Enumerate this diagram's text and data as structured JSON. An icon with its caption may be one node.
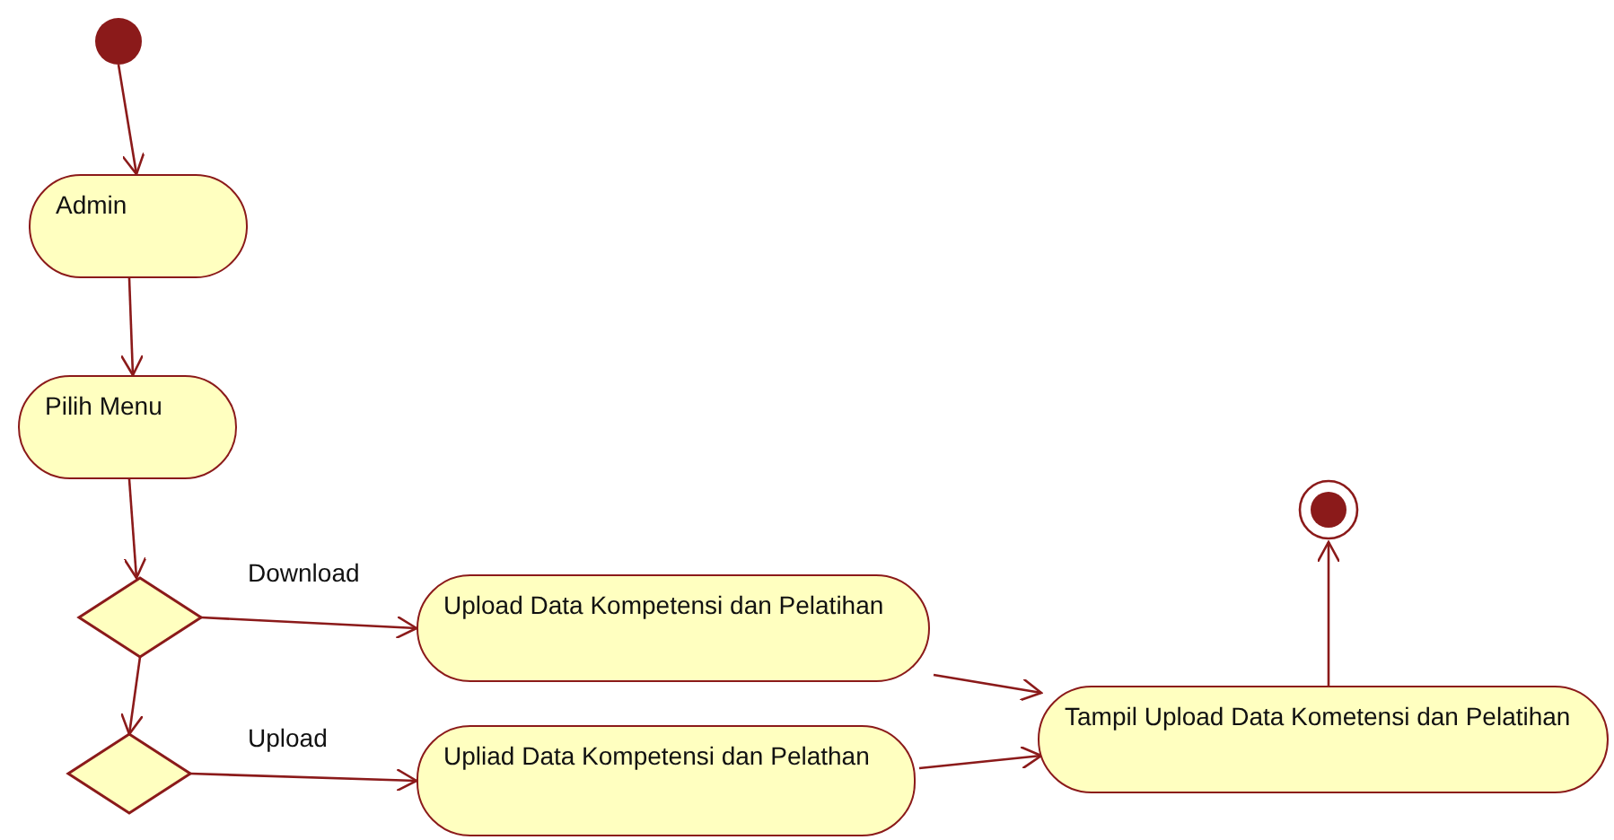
{
  "diagram": {
    "nodes": [
      {
        "text": [],
        "shape": "circle"
      },
      {
        "text": [
          "Admin"
        ]
      },
      {
        "text": [
          "Pilih Menu"
        ]
      },
      {
        "text": [],
        "shape": "diamond"
      },
      {
        "text": [],
        "shape": "diamond"
      },
      {
        "text": [
          "Upload Data Kompetensi dan Pelatihan"
        ]
      },
      {
        "text": [
          "Upliad Data Kompetensi dan Pelathan"
        ]
      },
      {
        "text": [
          "Tampil Upload Data Kometensi dan Pelatihan"
        ]
      },
      {
        "text": [],
        "shape": "circle"
      }
    ],
    "edges": [
      {
        "from": 0,
        "to": 1,
        "arrow": "to"
      },
      {
        "from": 1,
        "to": 2,
        "arrow": "to"
      },
      {
        "from": 2,
        "to": 3,
        "arrow": "to"
      },
      {
        "from": 3,
        "to": 5,
        "arrow": "to",
        "label": "Download"
      },
      {
        "from": 3,
        "to": 4,
        "arrow": "to"
      },
      {
        "from": 4,
        "to": 6,
        "arrow": "to",
        "label": "Upload"
      },
      {
        "from": 5,
        "to": 7,
        "arrow": "to"
      },
      {
        "from": 6,
        "to": 7,
        "arrow": "to"
      },
      {
        "from": 7,
        "to": 8,
        "arrow": "to"
      }
    ]
  }
}
